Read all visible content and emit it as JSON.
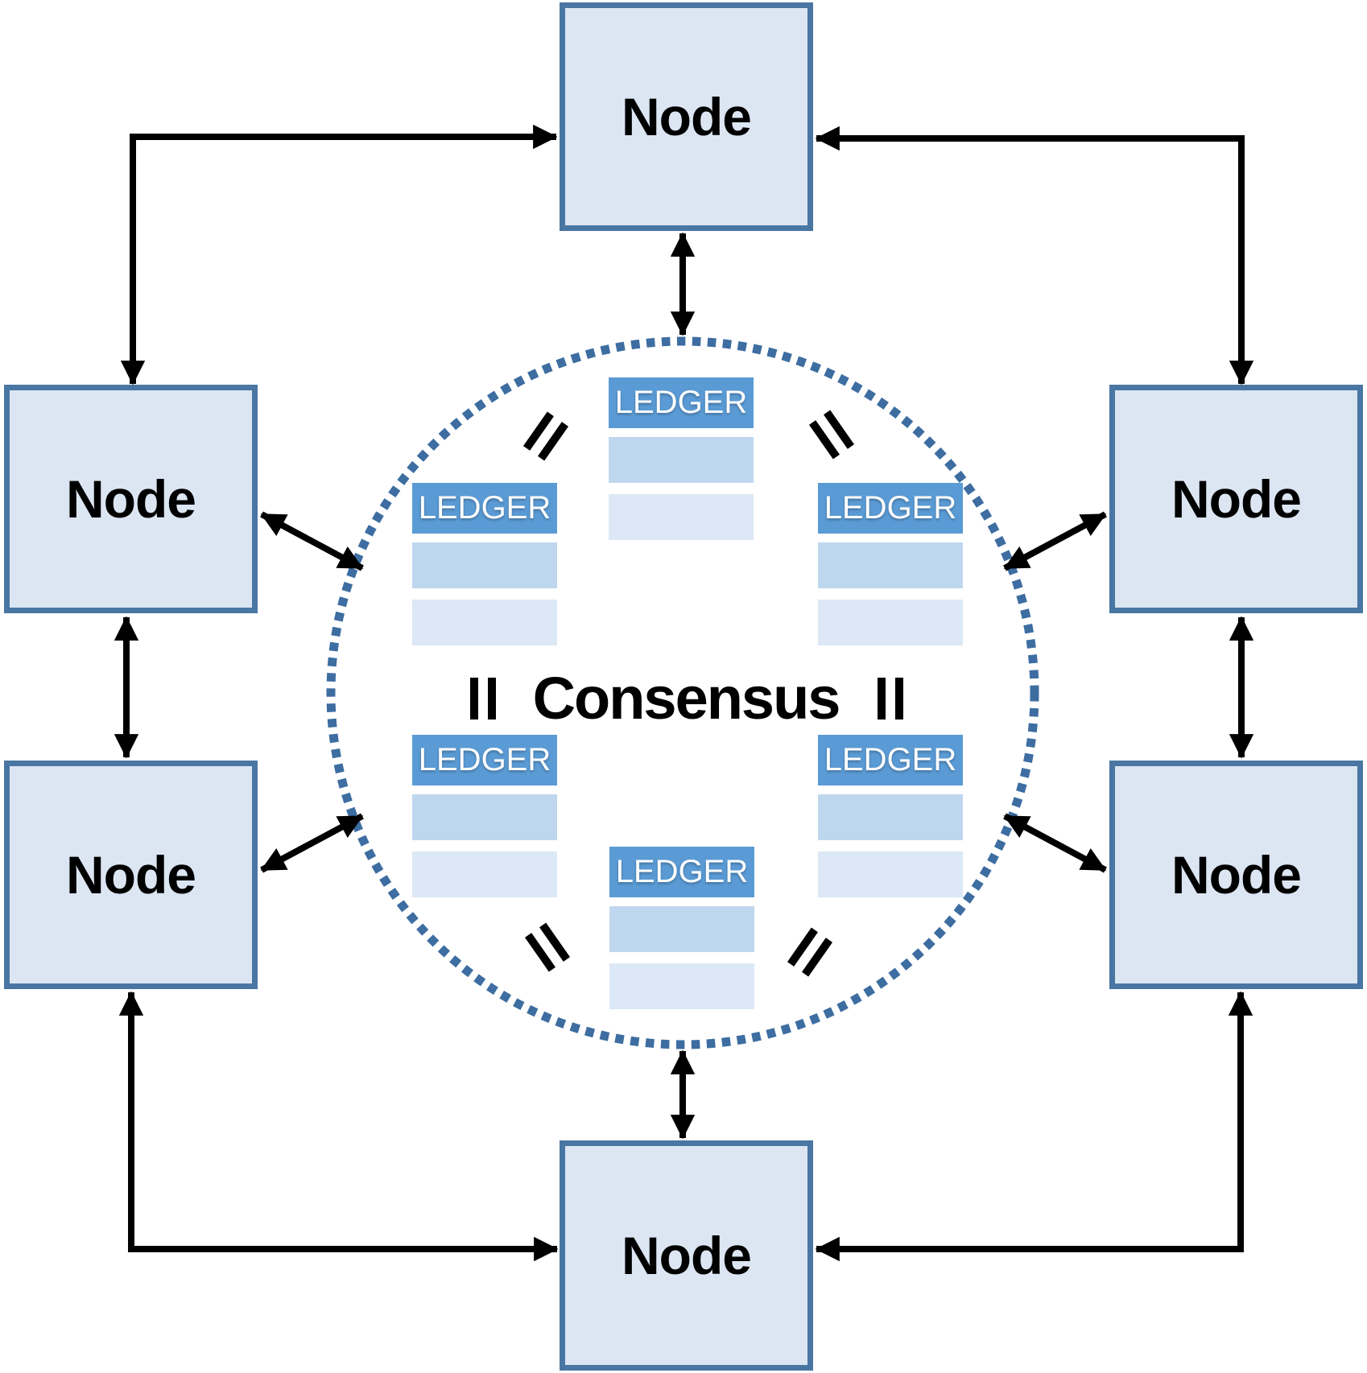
{
  "consensus_label": "Consensus",
  "node_label": "Node",
  "nodes": [
    {
      "id": "top",
      "label": "Node"
    },
    {
      "id": "left-upper",
      "label": "Node"
    },
    {
      "id": "right-upper",
      "label": "Node"
    },
    {
      "id": "left-lower",
      "label": "Node"
    },
    {
      "id": "right-lower",
      "label": "Node"
    },
    {
      "id": "bottom",
      "label": "Node"
    }
  ],
  "ledgers": [
    {
      "id": "top-center",
      "label": "LEDGER",
      "blank_rows": 2
    },
    {
      "id": "left-top",
      "label": "LEDGER",
      "blank_rows": 2
    },
    {
      "id": "right-top",
      "label": "LEDGER",
      "blank_rows": 2
    },
    {
      "id": "left-bottom",
      "label": "LEDGER",
      "blank_rows": 2
    },
    {
      "id": "right-bottom",
      "label": "LEDGER",
      "blank_rows": 2
    },
    {
      "id": "bottom-center",
      "label": "LEDGER",
      "blank_rows": 2
    }
  ],
  "icons": {
    "equals_mark_count": 6,
    "equals_icon": "equals-icon",
    "dotted_circle": "consensus-boundary-circle",
    "arrows": "double-headed-arrow"
  },
  "colors": {
    "node_fill": "#dce6f2",
    "node_border": "#4a76a3",
    "ledger_header": "#5b9bd5",
    "ledger_row_medium": "#bed7ee",
    "ledger_row_light": "#dce8f5",
    "dotted_circle": "#3d6da1",
    "arrow": "#000000",
    "ledger_text": "#ffffff",
    "background": "#ffffff"
  }
}
